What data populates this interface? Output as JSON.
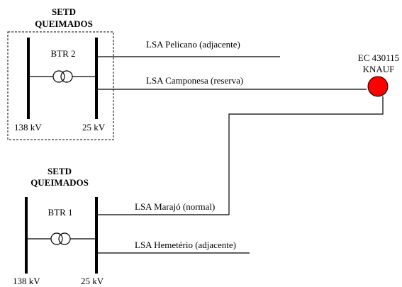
{
  "substation_top": {
    "title_line1": "SETD",
    "title_line2": "QUEIMADOS",
    "transformer_label": "BTR 2",
    "voltage_hv": "138 kV",
    "voltage_lv": "25 kV"
  },
  "substation_bottom": {
    "title_line1": "SETD",
    "title_line2": "QUEIMADOS",
    "transformer_label": "BTR 1",
    "voltage_hv": "138 kV",
    "voltage_lv": "25 kV"
  },
  "feeders": {
    "pelicano": "LSA Pelicano (adjacente)",
    "camponesa": "LSA Camponesa (reserva)",
    "marajo": "LSA Marajó (normal)",
    "hemeterio": "LSA Hemetério (adjacente)"
  },
  "customer": {
    "line1": "EC 430115",
    "line2": "KNAUF",
    "color": "#ff0000"
  }
}
